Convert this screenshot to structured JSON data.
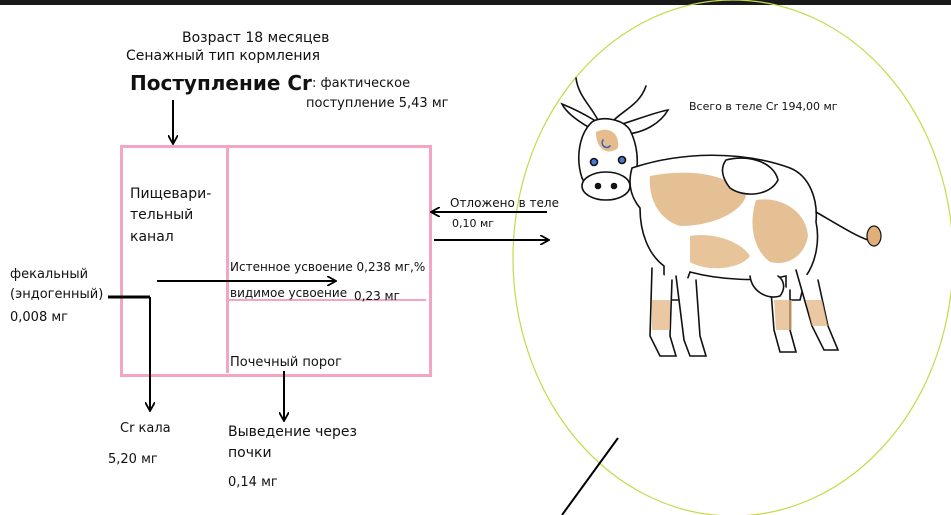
{
  "header": {
    "age": "Возраст 18 месяцев",
    "feeding": "Сенажный тип кормления",
    "intake_title": "Поступление Cr",
    "intake_note_line1": ": фактическое",
    "intake_note_line2": "поступление 5,43 мг"
  },
  "box": {
    "gut_line1": "Пищевари-",
    "gut_line2": "тельный",
    "gut_line3": "канал",
    "true_absorption": "Истенное усвоение 0,238 мг,%",
    "visible_absorption": "видимое усвоение",
    "visible_value": "0,23 мг",
    "renal_threshold": "Почечный порог"
  },
  "left": {
    "fecal_line1": "фекальный",
    "fecal_line2": "(эндогенный)",
    "fecal_value": "0,008 мг"
  },
  "bottom": {
    "feces_label": "Cr кала",
    "feces_value": "5,20 мг",
    "kidney_line1": "Выведение через",
    "kidney_line2": "почки",
    "kidney_value": "0,14 мг"
  },
  "right": {
    "deposited_label": "Отложено в теле",
    "deposited_value": "0,10 мг",
    "total_body": "Всего в теле Cr 194,00 мг"
  },
  "colors": {
    "box_border": "#f2a6c4",
    "circle": "#c8d84a",
    "cow_patch": "#e0b07a"
  }
}
